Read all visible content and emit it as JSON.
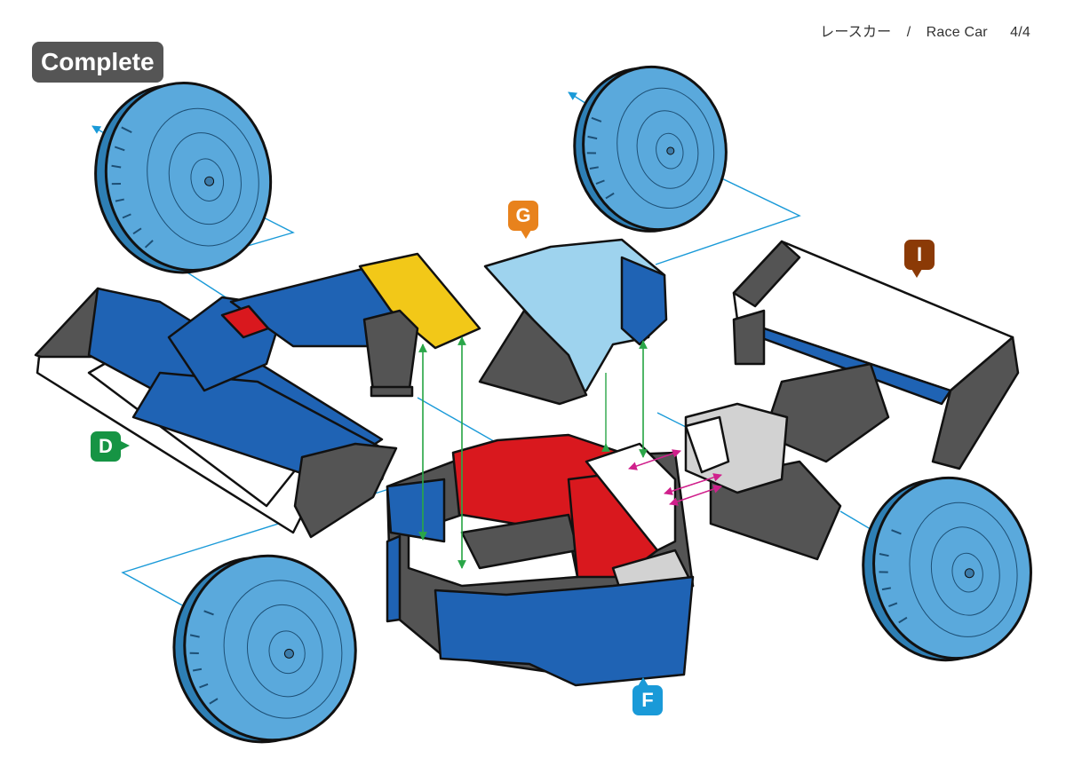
{
  "header": {
    "title_ja": "レースカー",
    "separator": "/",
    "title_en": "Race Car",
    "page": "4/4"
  },
  "badges": {
    "complete": "Complete",
    "g": "G",
    "i": "I",
    "d": "D",
    "f": "F"
  },
  "colors": {
    "complete_badge": "#555555",
    "badge_g": "#e8821c",
    "badge_i": "#8b3a06",
    "badge_d": "#169444",
    "badge_f": "#1a9ad8",
    "wheel": "#5aa9dc",
    "blue_block": "#1f63b4",
    "red_block": "#d9181e",
    "yellow_block": "#f2c818",
    "light_blue_block": "#9ed3ee",
    "gray_block": "#545454",
    "white_block": "#ffffff",
    "guide_line_blue": "#1a9ad8",
    "guide_line_green": "#2aa648",
    "guide_line_pink": "#d0208c"
  }
}
